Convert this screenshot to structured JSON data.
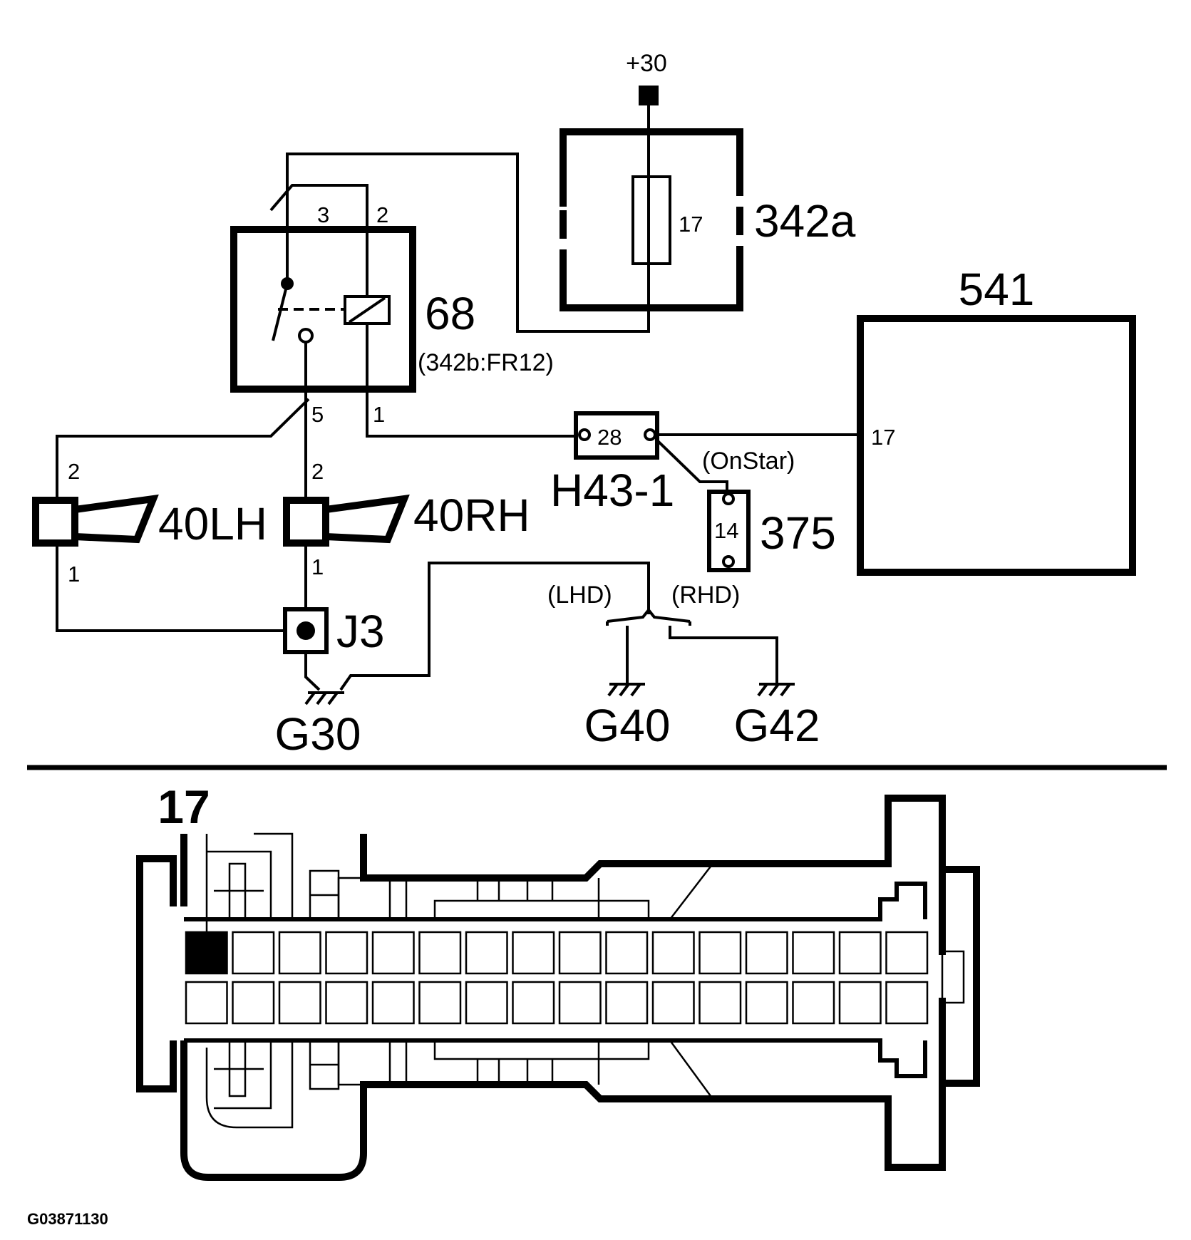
{
  "labels": {
    "supply": "+30",
    "fusebox": "342a",
    "fuse_number": "17",
    "relay": "68",
    "relay_location": "(342b:FR12)",
    "relay_pin3": "3",
    "relay_pin2": "2",
    "relay_pin5": "5",
    "relay_pin1": "1",
    "module": "541",
    "module_pin": "17",
    "connector": "H43-1",
    "connector_pin": "28",
    "onstar_note": "(OnStar)",
    "onstar_unit": "375",
    "onstar_pin": "14",
    "horn_left": "40LH",
    "horn_right": "40RH",
    "horn_left_pin_top": "2",
    "horn_left_pin_bottom": "1",
    "horn_right_pin_top": "2",
    "horn_right_pin_bottom": "1",
    "splice": "J3",
    "ground_1": "G30",
    "ground_2": "G40",
    "ground_3": "G42",
    "lhd_note": "(LHD)",
    "rhd_note": "(RHD)",
    "connector_pin_callout": "17",
    "figure_id": "G03871130"
  },
  "connector_view": {
    "rows": 2,
    "cavities_per_row": 16,
    "highlighted_cavity": "row 1, cavity 1"
  }
}
